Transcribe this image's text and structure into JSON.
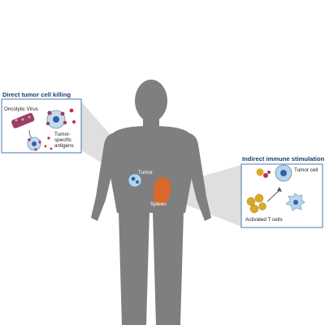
{
  "left_panel": {
    "title": "Direct tumor cell killing",
    "virus_label": "Oncolytic Virus",
    "antigen_label_line1": "Tumor-",
    "antigen_label_line2": "specific",
    "antigen_label_line3": "antigens"
  },
  "right_panel": {
    "title": "Indirect immune stimulation",
    "tumor_cell_label": "Tumor cell",
    "tcell_label": "Activated T cells"
  },
  "body_labels": {
    "tumor": "Tumor",
    "spleen": "Spleen"
  },
  "colors": {
    "silhouette": "#7f7f7f",
    "beam": "#dcdcdc",
    "panel_border": "#4a78b5",
    "title_text": "#1a3a6e",
    "spleen": "#d8692a",
    "virus": "#9c3e66",
    "tumor_cell": "#b9d5ea",
    "nucleus": "#2e63a8",
    "tcell": "#d9a92a"
  }
}
